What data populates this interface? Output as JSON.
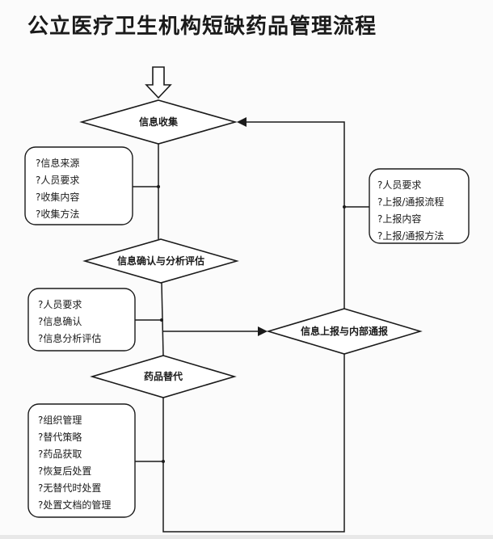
{
  "page": {
    "title": "公立医疗卫生机构短缺药品管理流程"
  },
  "flow": {
    "info_collection": "信息收集",
    "confirm_analyze": "信息确认与分析评估",
    "drug_substitution": "药品替代",
    "report_notify": "信息上报与内部通报"
  },
  "boxes": {
    "collection": [
      "?信息来源",
      "?人员要求",
      "?收集内容",
      "?收集方法"
    ],
    "confirm": [
      "?人员要求",
      "?信息确认",
      "?信息分析评估"
    ],
    "substitution": [
      "?组织管理",
      "?替代策略",
      "?药品获取",
      "?恢复后处置",
      "?无替代时处置",
      "?处置文档的管理"
    ],
    "report": [
      "?人员要求",
      "?上报/通报流程",
      "?上报内容",
      "?上报/通报方法"
    ]
  },
  "colors": {
    "line": "#1a1a1a",
    "background": "#fbfbfb"
  }
}
